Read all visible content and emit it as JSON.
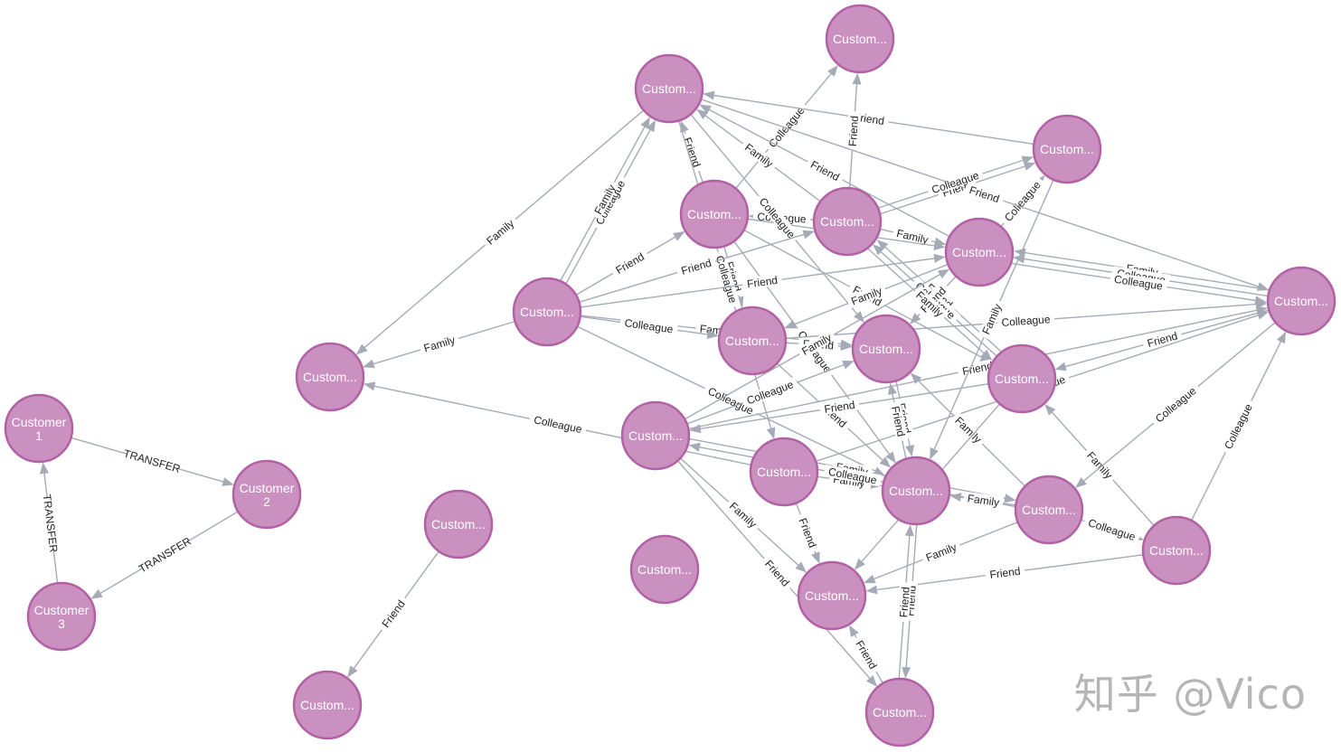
{
  "watermark": "知乎 @Vico",
  "colors": {
    "node_fill": "#c990c0",
    "node_stroke": "#b261a5",
    "edge": "#a5abb6"
  },
  "nodes": [
    {
      "id": "c1",
      "label": [
        "Customer",
        "1"
      ]
    },
    {
      "id": "c2",
      "label": [
        "Customer",
        "2"
      ]
    },
    {
      "id": "c3",
      "label": [
        "Customer",
        "3"
      ]
    },
    {
      "id": "left",
      "label": [
        "Custom..."
      ]
    },
    {
      "id": "mid",
      "label": [
        "Custom..."
      ]
    },
    {
      "id": "low",
      "label": [
        "Custom..."
      ]
    },
    {
      "id": "A",
      "label": [
        "Custom..."
      ]
    },
    {
      "id": "B",
      "label": [
        "Custom..."
      ]
    },
    {
      "id": "C",
      "label": [
        "Custom..."
      ]
    },
    {
      "id": "D",
      "label": [
        "Custom..."
      ]
    },
    {
      "id": "E",
      "label": [
        "Custom..."
      ]
    },
    {
      "id": "F",
      "label": [
        "Custom..."
      ]
    },
    {
      "id": "G",
      "label": [
        "Custom..."
      ]
    },
    {
      "id": "H",
      "label": [
        "Custom..."
      ]
    },
    {
      "id": "I",
      "label": [
        "Custom..."
      ]
    },
    {
      "id": "J",
      "label": [
        "Custom..."
      ]
    },
    {
      "id": "K",
      "label": [
        "Custom..."
      ]
    },
    {
      "id": "L",
      "label": [
        "Custom..."
      ]
    },
    {
      "id": "M",
      "label": [
        "Custom..."
      ]
    },
    {
      "id": "N",
      "label": [
        "Custom..."
      ]
    },
    {
      "id": "O",
      "label": [
        "Custom..."
      ]
    },
    {
      "id": "P",
      "label": [
        "Custom..."
      ]
    },
    {
      "id": "Q",
      "label": [
        "Custom..."
      ]
    },
    {
      "id": "R",
      "label": [
        "Custom..."
      ]
    }
  ],
  "edges": [
    {
      "from": "c1",
      "to": "c2",
      "label": "TRANSFER"
    },
    {
      "from": "c2",
      "to": "c3",
      "label": "TRANSFER"
    },
    {
      "from": "c3",
      "to": "c1",
      "label": "TRANSFER"
    },
    {
      "from": "mid",
      "to": "low",
      "label": "Friend"
    },
    {
      "from": "B",
      "to": "left",
      "label": "Family"
    },
    {
      "from": "G",
      "to": "left",
      "label": "Family"
    },
    {
      "from": "M",
      "to": "left",
      "label": "Colleague"
    },
    {
      "from": "D",
      "to": "B",
      "label": "Friend"
    },
    {
      "from": "D",
      "to": "A",
      "label": "Colleague"
    },
    {
      "from": "C",
      "to": "B",
      "label": "Friend"
    },
    {
      "from": "E",
      "to": "D",
      "label": "Colleague"
    },
    {
      "from": "E",
      "to": "B",
      "label": "Family"
    },
    {
      "from": "F",
      "to": "B",
      "label": "Friend"
    },
    {
      "from": "G",
      "to": "B",
      "label": "Colleague"
    },
    {
      "from": "K",
      "to": "E",
      "label": "Friend"
    },
    {
      "from": "H",
      "to": "F",
      "label": "Family"
    },
    {
      "from": "H",
      "to": "F",
      "label": "Colleague"
    },
    {
      "from": "P",
      "to": "K",
      "label": "Family"
    },
    {
      "from": "P",
      "to": "R",
      "label": "Friend"
    },
    {
      "from": "E",
      "to": "A",
      "label": "Friend"
    },
    {
      "from": "E",
      "to": "C",
      "label": "Friend"
    },
    {
      "from": "E",
      "to": "C",
      "label": "Colleague"
    },
    {
      "from": "F",
      "to": "C",
      "label": "Colleague"
    },
    {
      "from": "E",
      "to": "F",
      "label": "Family"
    },
    {
      "from": "D",
      "to": "F",
      "label": "Family"
    },
    {
      "from": "K",
      "to": "E",
      "label": "Colleague"
    },
    {
      "from": "B",
      "to": "H",
      "label": "Friend"
    },
    {
      "from": "D",
      "to": "K",
      "label": "Friend"
    },
    {
      "from": "D",
      "to": "I",
      "label": "Friend"
    },
    {
      "from": "D",
      "to": "N",
      "label": "Colleague"
    },
    {
      "from": "B",
      "to": "J",
      "label": "Colleague"
    },
    {
      "from": "B",
      "to": "M",
      "label": "Colleague"
    },
    {
      "from": "G",
      "to": "B",
      "label": "Family"
    },
    {
      "from": "G",
      "to": "D",
      "label": "Friend"
    },
    {
      "from": "G",
      "to": "J",
      "label": "Family"
    },
    {
      "from": "G",
      "to": "F",
      "label": "Friend"
    },
    {
      "from": "G",
      "to": "I",
      "label": "Colleague"
    },
    {
      "from": "G",
      "to": "N",
      "label": "Colleague"
    },
    {
      "from": "G",
      "to": "E",
      "label": "Friend"
    },
    {
      "from": "M",
      "to": "H",
      "label": "Colleague"
    },
    {
      "from": "M",
      "to": "N",
      "label": "Family"
    },
    {
      "from": "M",
      "to": "R",
      "label": "Friend"
    },
    {
      "from": "I",
      "to": "J",
      "label": "Friend"
    },
    {
      "from": "I",
      "to": "H",
      "label": "Colleague"
    },
    {
      "from": "I",
      "to": "N",
      "label": "Friend"
    },
    {
      "from": "F",
      "to": "J",
      "label": "Friend"
    },
    {
      "from": "F",
      "to": "I",
      "label": "Family"
    },
    {
      "from": "F",
      "to": "H",
      "label": "Colleague"
    },
    {
      "from": "L",
      "to": "J",
      "label": "Colleague"
    },
    {
      "from": "L",
      "to": "H",
      "label": "Friend"
    },
    {
      "from": "L",
      "to": "R",
      "label": "Family"
    },
    {
      "from": "L",
      "to": "Q",
      "label": "Friend"
    },
    {
      "from": "L",
      "to": "O",
      "label": "Family"
    },
    {
      "from": "O",
      "to": "J",
      "label": "Family"
    },
    {
      "from": "O",
      "to": "R",
      "label": "Family"
    },
    {
      "from": "O",
      "to": "L",
      "label": "Colleague"
    },
    {
      "from": "O",
      "to": "P",
      "label": "Colleague"
    },
    {
      "from": "O",
      "to": "N",
      "label": "Family"
    },
    {
      "from": "H",
      "to": "O",
      "label": "Colleague"
    },
    {
      "from": "K",
      "to": "R",
      "label": "Friend"
    },
    {
      "from": "K",
      "to": "L",
      "label": "Friend"
    },
    {
      "from": "Q",
      "to": "R",
      "label": "Friend"
    },
    {
      "from": "N",
      "to": "Q",
      "label": "Friend"
    },
    {
      "from": "Q",
      "to": "N",
      "label": "Friend"
    },
    {
      "from": "J",
      "to": "N",
      "label": "Friend"
    },
    {
      "from": "N",
      "to": "J",
      "label": "Friend"
    },
    {
      "from": "C",
      "to": "N",
      "label": "Family"
    },
    {
      "from": "E",
      "to": "K",
      "label": "Family"
    },
    {
      "from": "L",
      "to": "F",
      "label": "Family"
    },
    {
      "from": "H",
      "to": "K",
      "label": "Friend"
    },
    {
      "from": "P",
      "to": "H",
      "label": "Colleague"
    }
  ]
}
